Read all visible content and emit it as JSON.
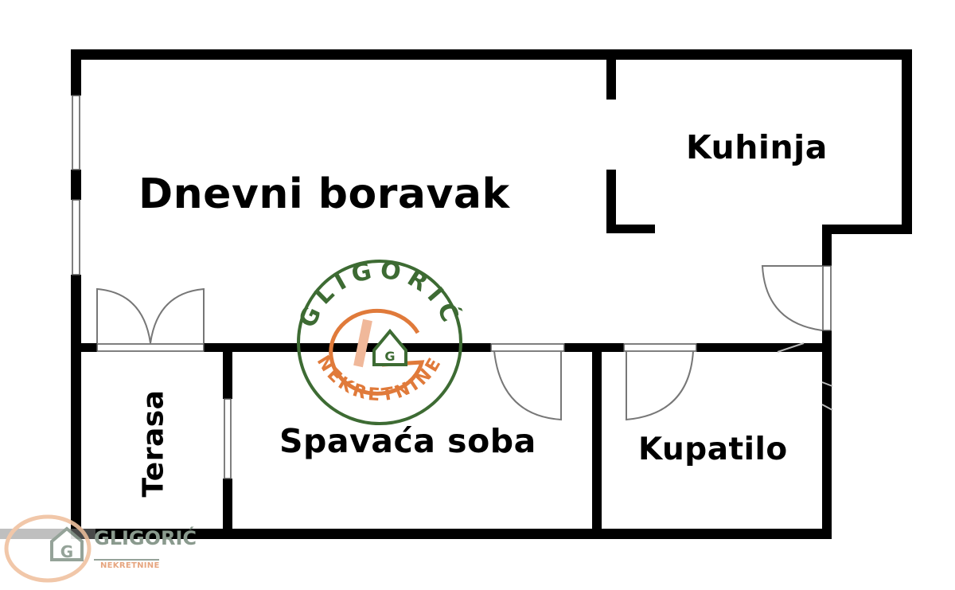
{
  "floor_plan": {
    "rooms": [
      {
        "id": "dnevni",
        "label": "Dnevni boravak"
      },
      {
        "id": "kuhinja",
        "label": "Kuhinja"
      },
      {
        "id": "spavaca",
        "label": "Spavaća soba"
      },
      {
        "id": "kupatilo",
        "label": "Kupatilo"
      },
      {
        "id": "terasa",
        "label": "Terasa"
      }
    ],
    "colors": {
      "wall": "#000000",
      "door_line": "#808080",
      "stamp_green": "#3d6b33",
      "stamp_orange": "#e07a3a",
      "logo_grey": "#8a9a8e",
      "logo_peach": "#f0c2a0"
    }
  },
  "watermark": {
    "stamp_top_text": "GLIGORIĆ",
    "stamp_bottom_text": "NEKRETNINE",
    "stamp_monogram": "G",
    "logo_name": "GLIGORIĆ",
    "logo_sub": "NEKRETNINE"
  }
}
